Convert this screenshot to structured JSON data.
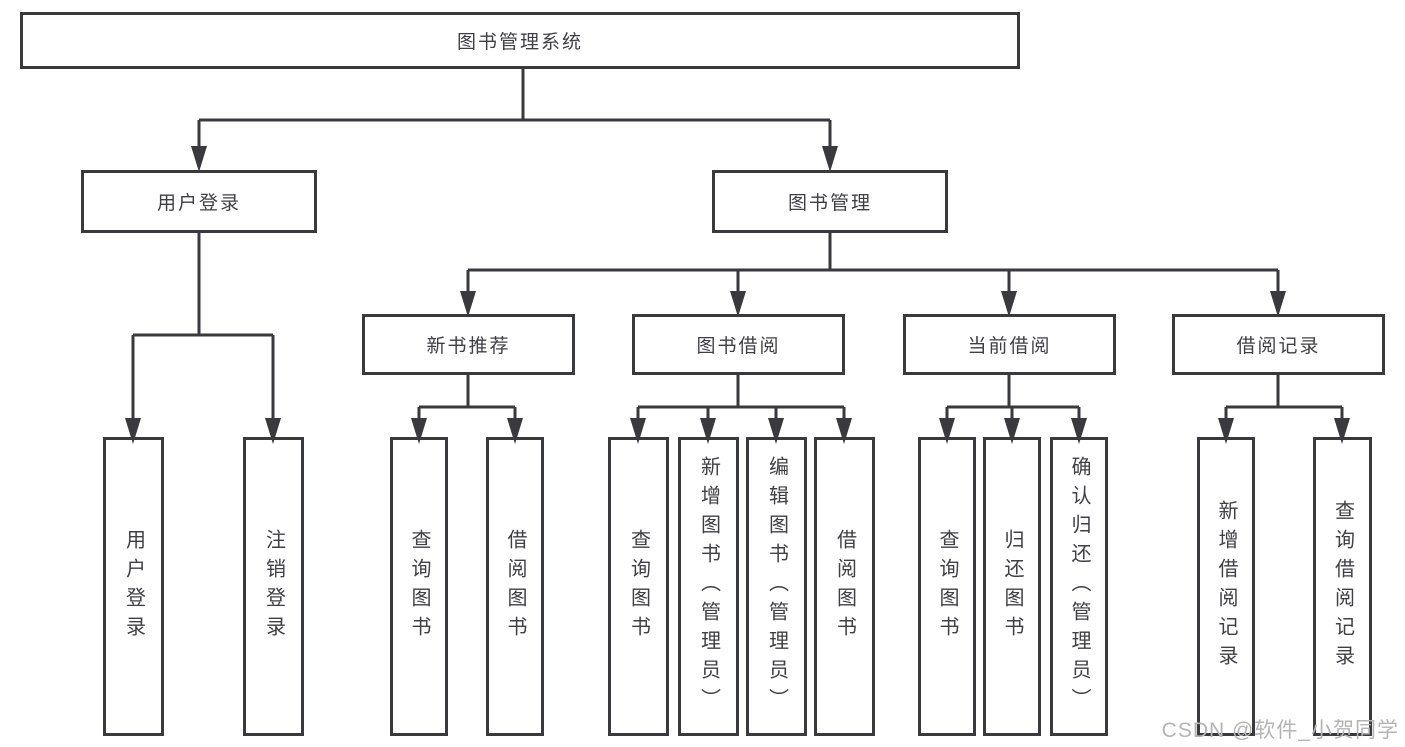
{
  "watermark": "CSDN @软件_小贺同学",
  "colors": {
    "line": "#3a3a3e",
    "text": "#3f3f44",
    "watermark_text": "#b4b4b4",
    "background": "#ffffff"
  },
  "tree": {
    "root": "图书管理系统",
    "branches": [
      {
        "label": "用户登录",
        "leaves": [
          "用户登录",
          "注销登录"
        ]
      },
      {
        "label": "图书管理",
        "groups": [
          {
            "label": "新书推荐",
            "leaves": [
              "查询图书",
              "借阅图书"
            ]
          },
          {
            "label": "图书借阅",
            "leaves": [
              "查询图书",
              "新增图书（管理员）",
              "编辑图书（管理员）",
              "借阅图书"
            ]
          },
          {
            "label": "当前借阅",
            "leaves": [
              "查询图书",
              "归还图书",
              "确认归还（管理员）"
            ]
          },
          {
            "label": "借阅记录",
            "leaves": [
              "新增借阅记录",
              "查询借阅记录"
            ]
          }
        ]
      }
    ]
  }
}
